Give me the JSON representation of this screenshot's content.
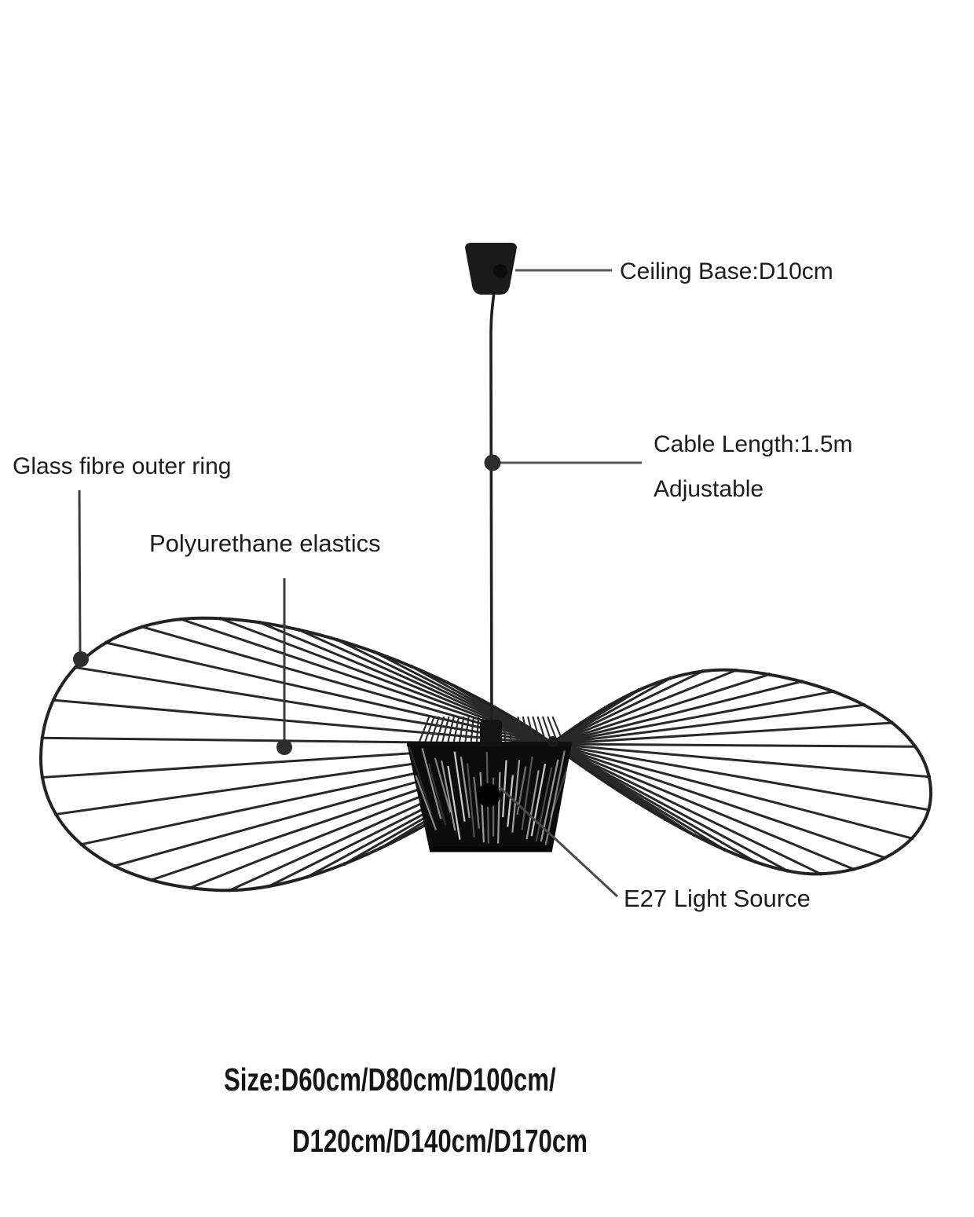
{
  "colors": {
    "background": "#ffffff",
    "ink": "#1c1c1c",
    "lamp_black": "#1e1e1e",
    "callout_line": "#555555"
  },
  "labels": {
    "ceiling_base": "Ceiling Base:D10cm",
    "cable_length": "Cable Length:1.5m",
    "cable_adjustable": "Adjustable",
    "outer_ring": "Glass fibre outer ring",
    "elastics": "Polyurethane elastics",
    "light_source": "E27 Light Source"
  },
  "size_options": {
    "line1": "Size:D60cm/D80cm/D100cm/",
    "line2": "D120cm/D140cm/D170cm"
  }
}
